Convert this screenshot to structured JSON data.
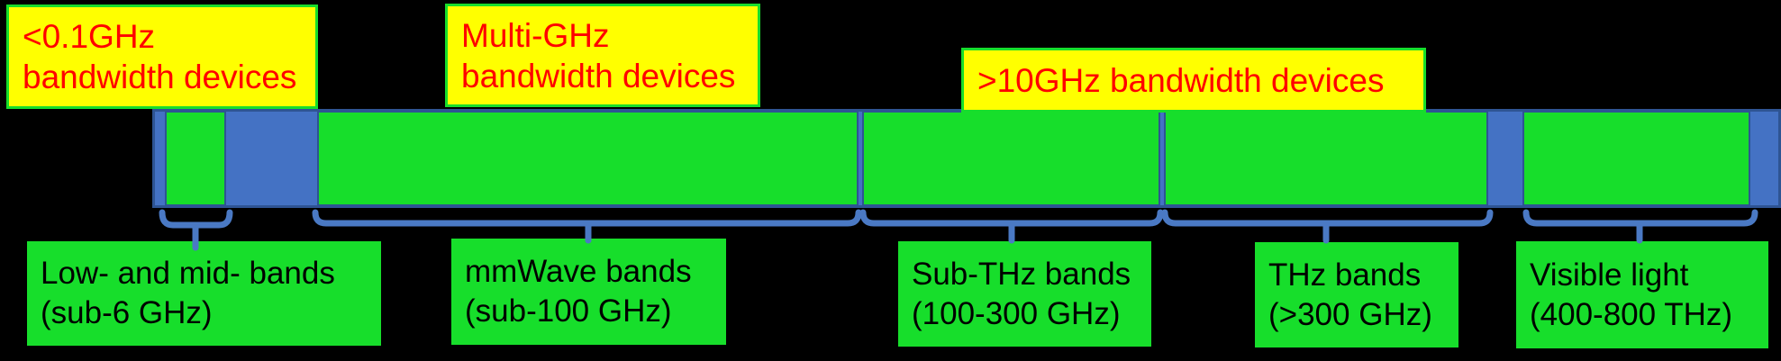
{
  "colors": {
    "background": "#000000",
    "bar_blue": "#4472C4",
    "outline_blue": "#2E5493",
    "band_green": "#17DE2B",
    "callout_yellow": "#FFFF00",
    "callout_text_red": "#FF0000",
    "label_text_black": "#000000",
    "brace_blue": "#4A79C4"
  },
  "callouts": [
    {
      "line1": "<0.1GHz",
      "line2": "bandwidth devices"
    },
    {
      "line1": "Multi-GHz",
      "line2": "bandwidth devices"
    },
    {
      "line1": ">10GHz bandwidth devices"
    }
  ],
  "bands": [
    {
      "name": "Low- and mid- bands",
      "range": "(sub-6 GHz)"
    },
    {
      "name": "mmWave bands",
      "range": "(sub-100 GHz)"
    },
    {
      "name": "Sub-THz bands",
      "range": "(100-300 GHz)"
    },
    {
      "name": "THz bands",
      "range": "(>300 GHz)"
    },
    {
      "name": "Visible light",
      "range": "(400-800 THz)"
    }
  ]
}
